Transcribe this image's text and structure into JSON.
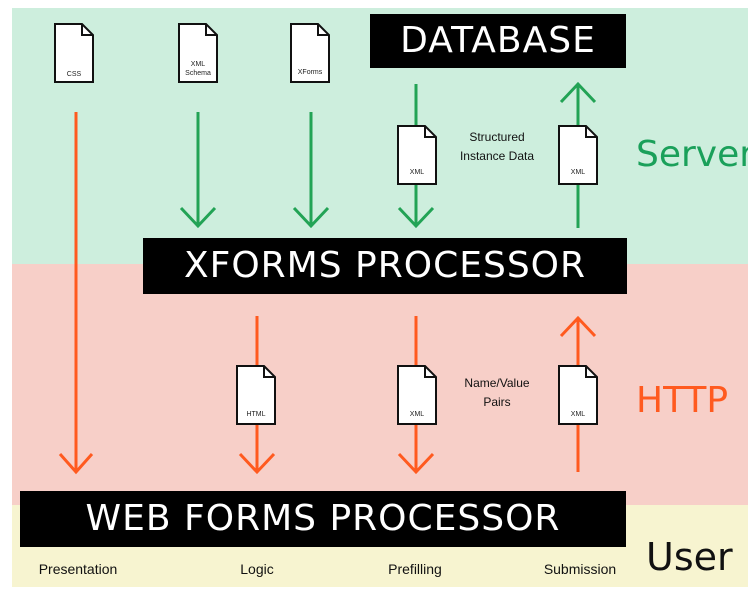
{
  "layers": {
    "server": "Server",
    "http": "HTTP",
    "user": "User"
  },
  "boxes": {
    "database": "DATABASE",
    "xforms_processor": "XFORMS PROCESSOR",
    "web_forms_processor": "WEB FORMS PROCESSOR"
  },
  "columns": {
    "presentation": "Presentation",
    "logic": "Logic",
    "prefilling": "Prefilling",
    "submission": "Submission"
  },
  "documents": {
    "css": "CSS",
    "xml_schema": "XML Schema",
    "xforms": "XForms",
    "xml_down_server": "XML",
    "xml_up_server": "XML",
    "html": "HTML",
    "xml_down_http": "XML",
    "xml_up_http": "XML"
  },
  "notes": {
    "structured_instance_data": "Structured Instance Data",
    "name_value_pairs": "Name/Value Pairs"
  },
  "colors": {
    "server_band": "#cdeedd",
    "http_band": "#f7cfc8",
    "user_band": "#f7f4d0",
    "server_arrow": "#22a355",
    "http_arrow": "#ff5a1f",
    "box": "#000000"
  }
}
